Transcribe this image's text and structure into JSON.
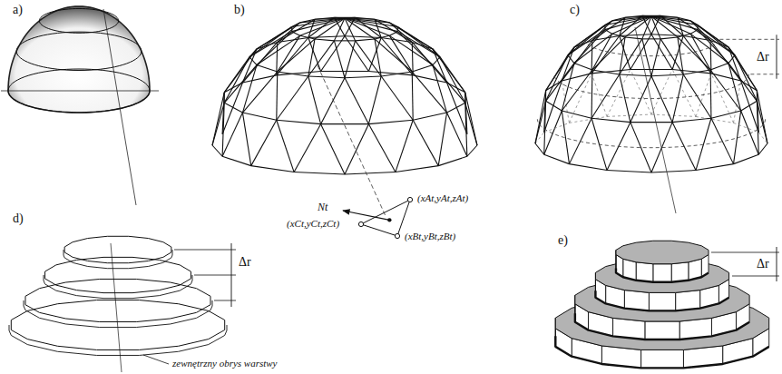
{
  "diagram": {
    "labels": [
      "a)",
      "b)",
      "c)",
      "d)",
      "e)",
      "(xAt,yAt,zAt)",
      "(xCt,yCt,zCt)",
      "(xBt,yBt,zBt)",
      "Nt",
      "Δr",
      "Δr",
      "Δr",
      "zewnętrzny obrys warstwy"
    ]
  }
}
